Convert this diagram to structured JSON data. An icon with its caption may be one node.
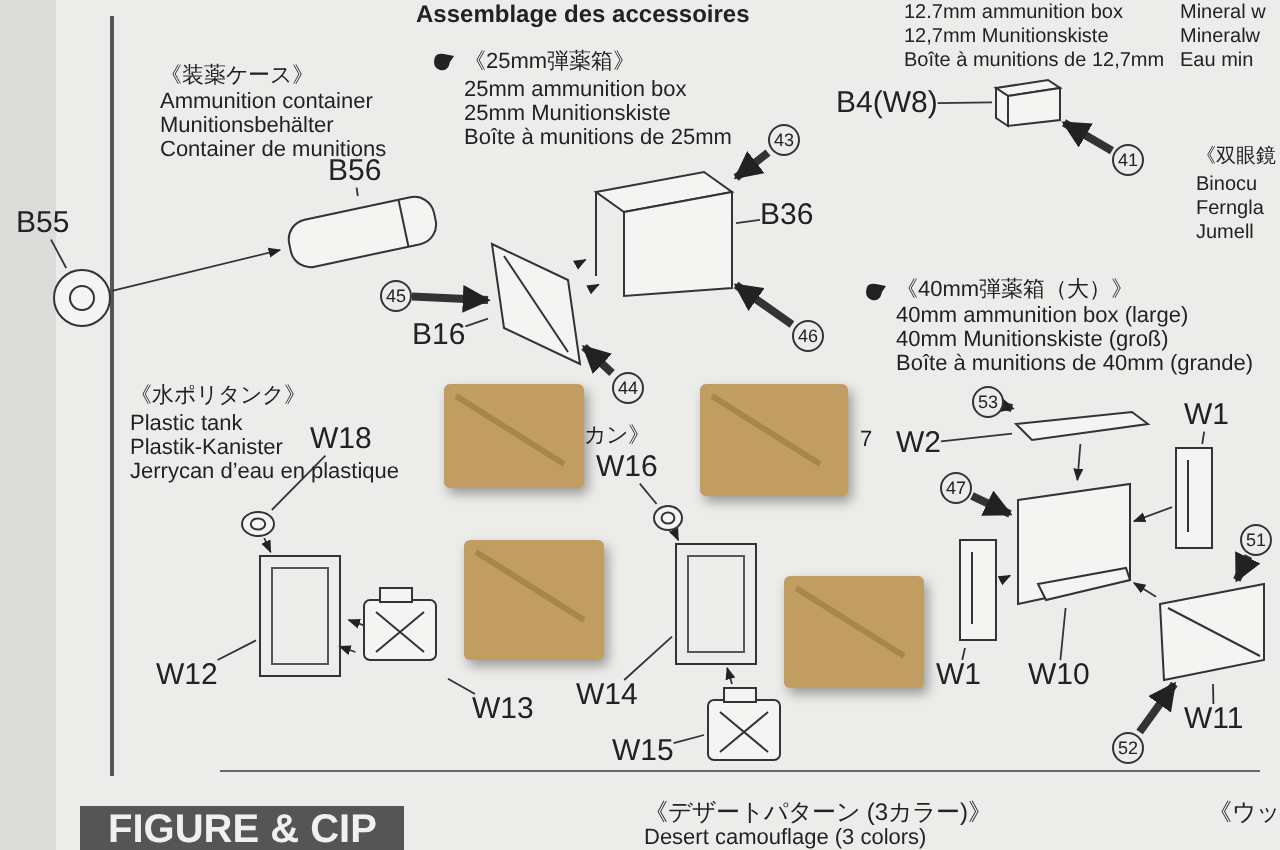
{
  "diagram": {
    "nodes": [
      {
        "text": [
          "B55"
        ]
      },
      {
        "text": [],
        "shape": "circle"
      },
      {
        "text": [
          "B56"
        ]
      },
      {
        "text": [],
        "shape": "cylinder"
      },
      {
        "text": [
          "B36"
        ]
      },
      {
        "text": [],
        "shape": "box"
      },
      {
        "text": [
          "B16"
        ]
      },
      {
        "text": [],
        "shape": "box"
      },
      {
        "text": [
          "B4(W8)"
        ]
      },
      {
        "text": [],
        "shape": "box"
      },
      {
        "text": [
          "W2"
        ]
      },
      {
        "text": [],
        "shape": "box"
      },
      {
        "text": [
          "W1"
        ]
      },
      {
        "text": [],
        "shape": "box"
      },
      {
        "text": [
          "W1"
        ]
      },
      {
        "text": [],
        "shape": "box"
      },
      {
        "text": [
          "W10"
        ]
      },
      {
        "text": [],
        "shape": "box"
      },
      {
        "text": [
          "W11"
        ]
      },
      {
        "text": [],
        "shape": "box"
      },
      {
        "text": [
          "W18"
        ]
      },
      {
        "text": [],
        "shape": "circle"
      },
      {
        "text": [
          "W12"
        ]
      },
      {
        "text": [],
        "shape": "box"
      },
      {
        "text": [
          "W13"
        ]
      },
      {
        "text": [],
        "shape": "box"
      },
      {
        "text": [
          "W16"
        ]
      },
      {
        "text": [],
        "shape": "circle"
      },
      {
        "text": [
          "W14"
        ]
      },
      {
        "text": [],
        "shape": "box"
      },
      {
        "text": [
          "W15"
        ]
      },
      {
        "text": [],
        "shape": "box"
      },
      {
        "text": [
          "45"
        ]
      },
      {
        "text": [
          "43"
        ]
      },
      {
        "text": [
          "44"
        ]
      },
      {
        "text": [
          "46"
        ]
      },
      {
        "text": [
          "41"
        ]
      },
      {
        "text": [
          "53"
        ]
      },
      {
        "text": [
          "47"
        ]
      },
      {
        "text": [
          "51"
        ]
      },
      {
        "text": [
          "52"
        ]
      },
      {
        "text": [],
        "shape": "box"
      },
      {
        "text": [],
        "shape": "box"
      },
      {
        "text": [],
        "shape": "box"
      },
      {
        "text": [],
        "shape": "box"
      }
    ],
    "edges": [
      {
        "from": 0,
        "to": 1,
        "arrow": "none"
      },
      {
        "from": 2,
        "to": 3,
        "arrow": "none"
      },
      {
        "from": 1,
        "to": 3,
        "arrow": "to"
      },
      {
        "from": 4,
        "to": 5,
        "arrow": "none"
      },
      {
        "from": 6,
        "to": 7,
        "arrow": "none"
      },
      {
        "from": 7,
        "to": 5,
        "arrow": "to"
      },
      {
        "from": 7,
        "to": 5,
        "arrow": "to"
      },
      {
        "from": 8,
        "to": 9,
        "arrow": "none"
      },
      {
        "from": 10,
        "to": 11,
        "arrow": "none"
      },
      {
        "from": 12,
        "to": 13,
        "arrow": "none"
      },
      {
        "from": 14,
        "to": 15,
        "arrow": "none"
      },
      {
        "from": 16,
        "to": 17,
        "arrow": "none"
      },
      {
        "from": 18,
        "to": 19,
        "arrow": "none"
      },
      {
        "from": 11,
        "to": 17,
        "arrow": "to"
      },
      {
        "from": 13,
        "to": 17,
        "arrow": "to"
      },
      {
        "from": 15,
        "to": 17,
        "arrow": "to"
      },
      {
        "from": 19,
        "to": 17,
        "arrow": "to"
      },
      {
        "from": 20,
        "to": 21,
        "arrow": "none"
      },
      {
        "from": 22,
        "to": 23,
        "arrow": "none"
      },
      {
        "from": 24,
        "to": 25,
        "arrow": "none"
      },
      {
        "from": 21,
        "to": 23,
        "arrow": "to"
      },
      {
        "from": 25,
        "to": 23,
        "arrow": "to"
      },
      {
        "from": 25,
        "to": 23,
        "arrow": "to"
      },
      {
        "from": 26,
        "to": 27,
        "arrow": "none"
      },
      {
        "from": 28,
        "to": 29,
        "arrow": "none"
      },
      {
        "from": 30,
        "to": 31,
        "arrow": "none"
      },
      {
        "from": 27,
        "to": 29,
        "arrow": "to"
      },
      {
        "from": 31,
        "to": 29,
        "arrow": "to"
      },
      {
        "from": 32,
        "to": 7,
        "arrow": "to",
        "style": "thick"
      },
      {
        "from": 33,
        "to": 5,
        "arrow": "to",
        "style": "thick"
      },
      {
        "from": 34,
        "to": 7,
        "arrow": "to",
        "style": "thick"
      },
      {
        "from": 35,
        "to": 5,
        "arrow": "to",
        "style": "thick"
      },
      {
        "from": 36,
        "to": 9,
        "arrow": "to",
        "style": "thick"
      },
      {
        "from": 37,
        "to": 11,
        "arrow": "to",
        "style": "thick"
      },
      {
        "from": 38,
        "to": 17,
        "arrow": "to",
        "style": "thick"
      },
      {
        "from": 39,
        "to": 19,
        "arrow": "to",
        "style": "thick"
      },
      {
        "from": 40,
        "to": 19,
        "arrow": "to",
        "style": "thick"
      }
    ],
    "labels": [
      "Assemblage des accessoires",
      "12.7mm ammunition box",
      "12,7mm Munitionskiste",
      "Boîte à munitions de 12,7mm",
      "Mineral w",
      "Mineralw",
      "Eau min",
      "《装薬ケース》",
      "Ammunition container",
      "Munitionsbehälter",
      "Container de munitions",
      "《25mm弾薬箱》",
      "25mm ammunition box",
      "25mm Munitionskiste",
      "Boîte à munitions de 25mm",
      "《双眼鏡",
      "Binocu",
      "Ferngla",
      "Jumell",
      "《40mm弾薬箱（大）》",
      "40mm ammunition box (large)",
      "40mm Munitionskiste (groß)",
      "Boîte à munitions de 40mm (grande)",
      "《水ポリタンク》",
      "Plastic tank",
      "Plastik-Kanister",
      "Jerrycan d’eau en plastique",
      "カン》",
      "7",
      "FIGURE & CIP",
      "《デザートパターン (3カラー)》",
      "Desert camouflage (3 colors)",
      "《ウッ"
    ]
  }
}
